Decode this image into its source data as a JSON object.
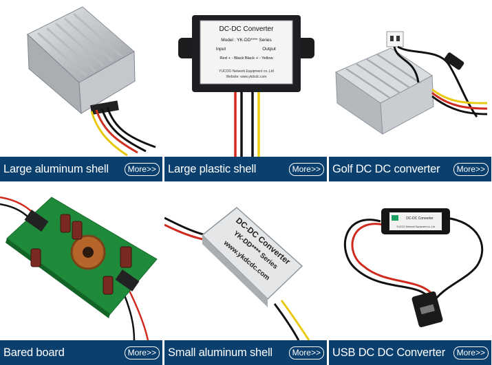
{
  "products": [
    {
      "label": "Large aluminum shell",
      "more": "More>>"
    },
    {
      "label": "Large plastic shell",
      "more": "More>>"
    },
    {
      "label": "Golf DC DC converter",
      "more": "More>>"
    },
    {
      "label": "Bared board",
      "more": "More>>"
    },
    {
      "label": "Small aluminum shell",
      "more": "More>>"
    },
    {
      "label": "USB DC DC Converter",
      "more": "More>>"
    }
  ],
  "plastic_module": {
    "title": "DC-DC Converter",
    "model": "Model : YK-DD**** Series",
    "input": "Input",
    "output": "Output",
    "wires": "Red + - Black   Black + - Yellow",
    "company": "YUCOO Network Equipment co.,Ltd",
    "website": "Website: www.ykdcdc.com"
  },
  "small_module": {
    "line1": "DC-DC Converter",
    "line2": "YK-DD**** Series",
    "line3": "www.ykdcdc.com"
  },
  "usb_module": {
    "title": "DC-DC Converter",
    "company": "YUCOO Network Equipment co.,Ltd"
  },
  "colors": {
    "bar": "#0a3f6e",
    "text": "#ffffff"
  }
}
